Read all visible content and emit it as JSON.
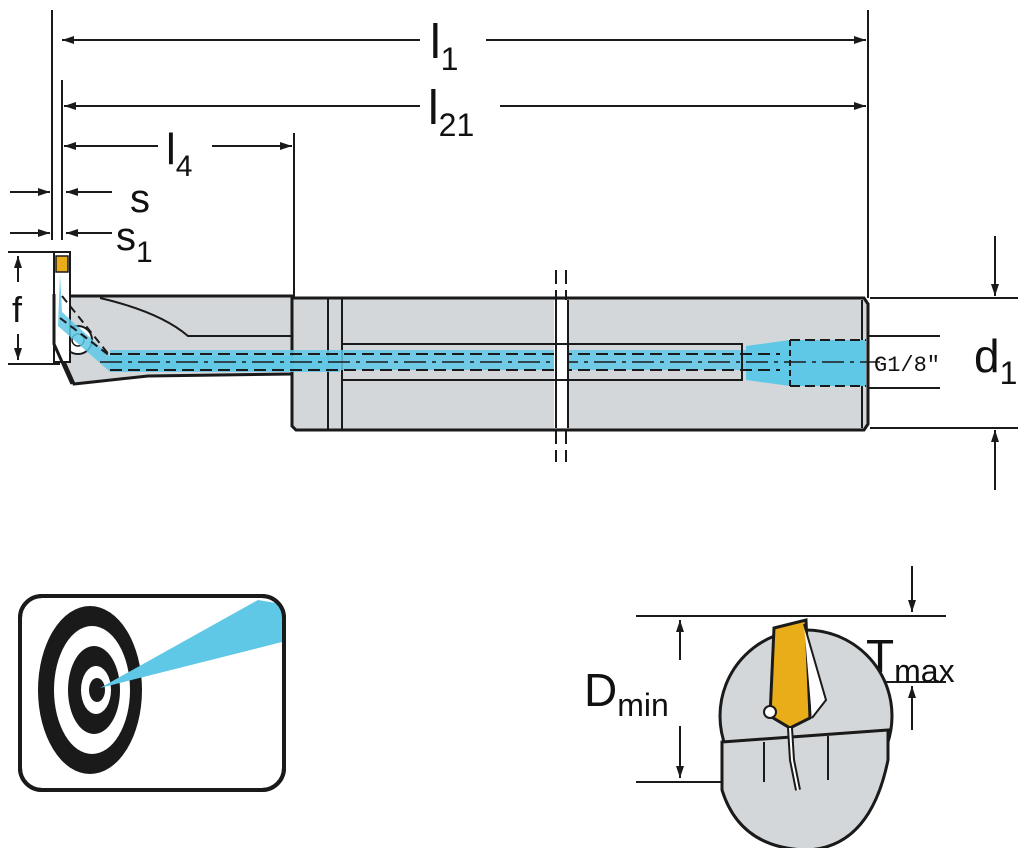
{
  "dimensions": {
    "l1": {
      "base": "l",
      "sub": "1"
    },
    "l21": {
      "base": "l",
      "sub": "21"
    },
    "l4": {
      "base": "l",
      "sub": "4"
    },
    "s": {
      "base": "s"
    },
    "s1": {
      "base": "s",
      "sub": "1"
    },
    "f": {
      "base": "f"
    },
    "d1": {
      "base": "d",
      "sub": "1"
    },
    "dmin": {
      "base": "D",
      "sub": "min"
    },
    "tmax": {
      "base": "T",
      "sub": "max"
    }
  },
  "thread_label": "G1/8″",
  "colors": {
    "outline": "#1a1a1a",
    "body_fill": "#d4d7d9",
    "coolant": "#5ec8e6",
    "insert": "#e9ad1a",
    "white": "#ffffff"
  },
  "icons": {
    "coolant_target": "target-with-coolant-jet-icon"
  }
}
